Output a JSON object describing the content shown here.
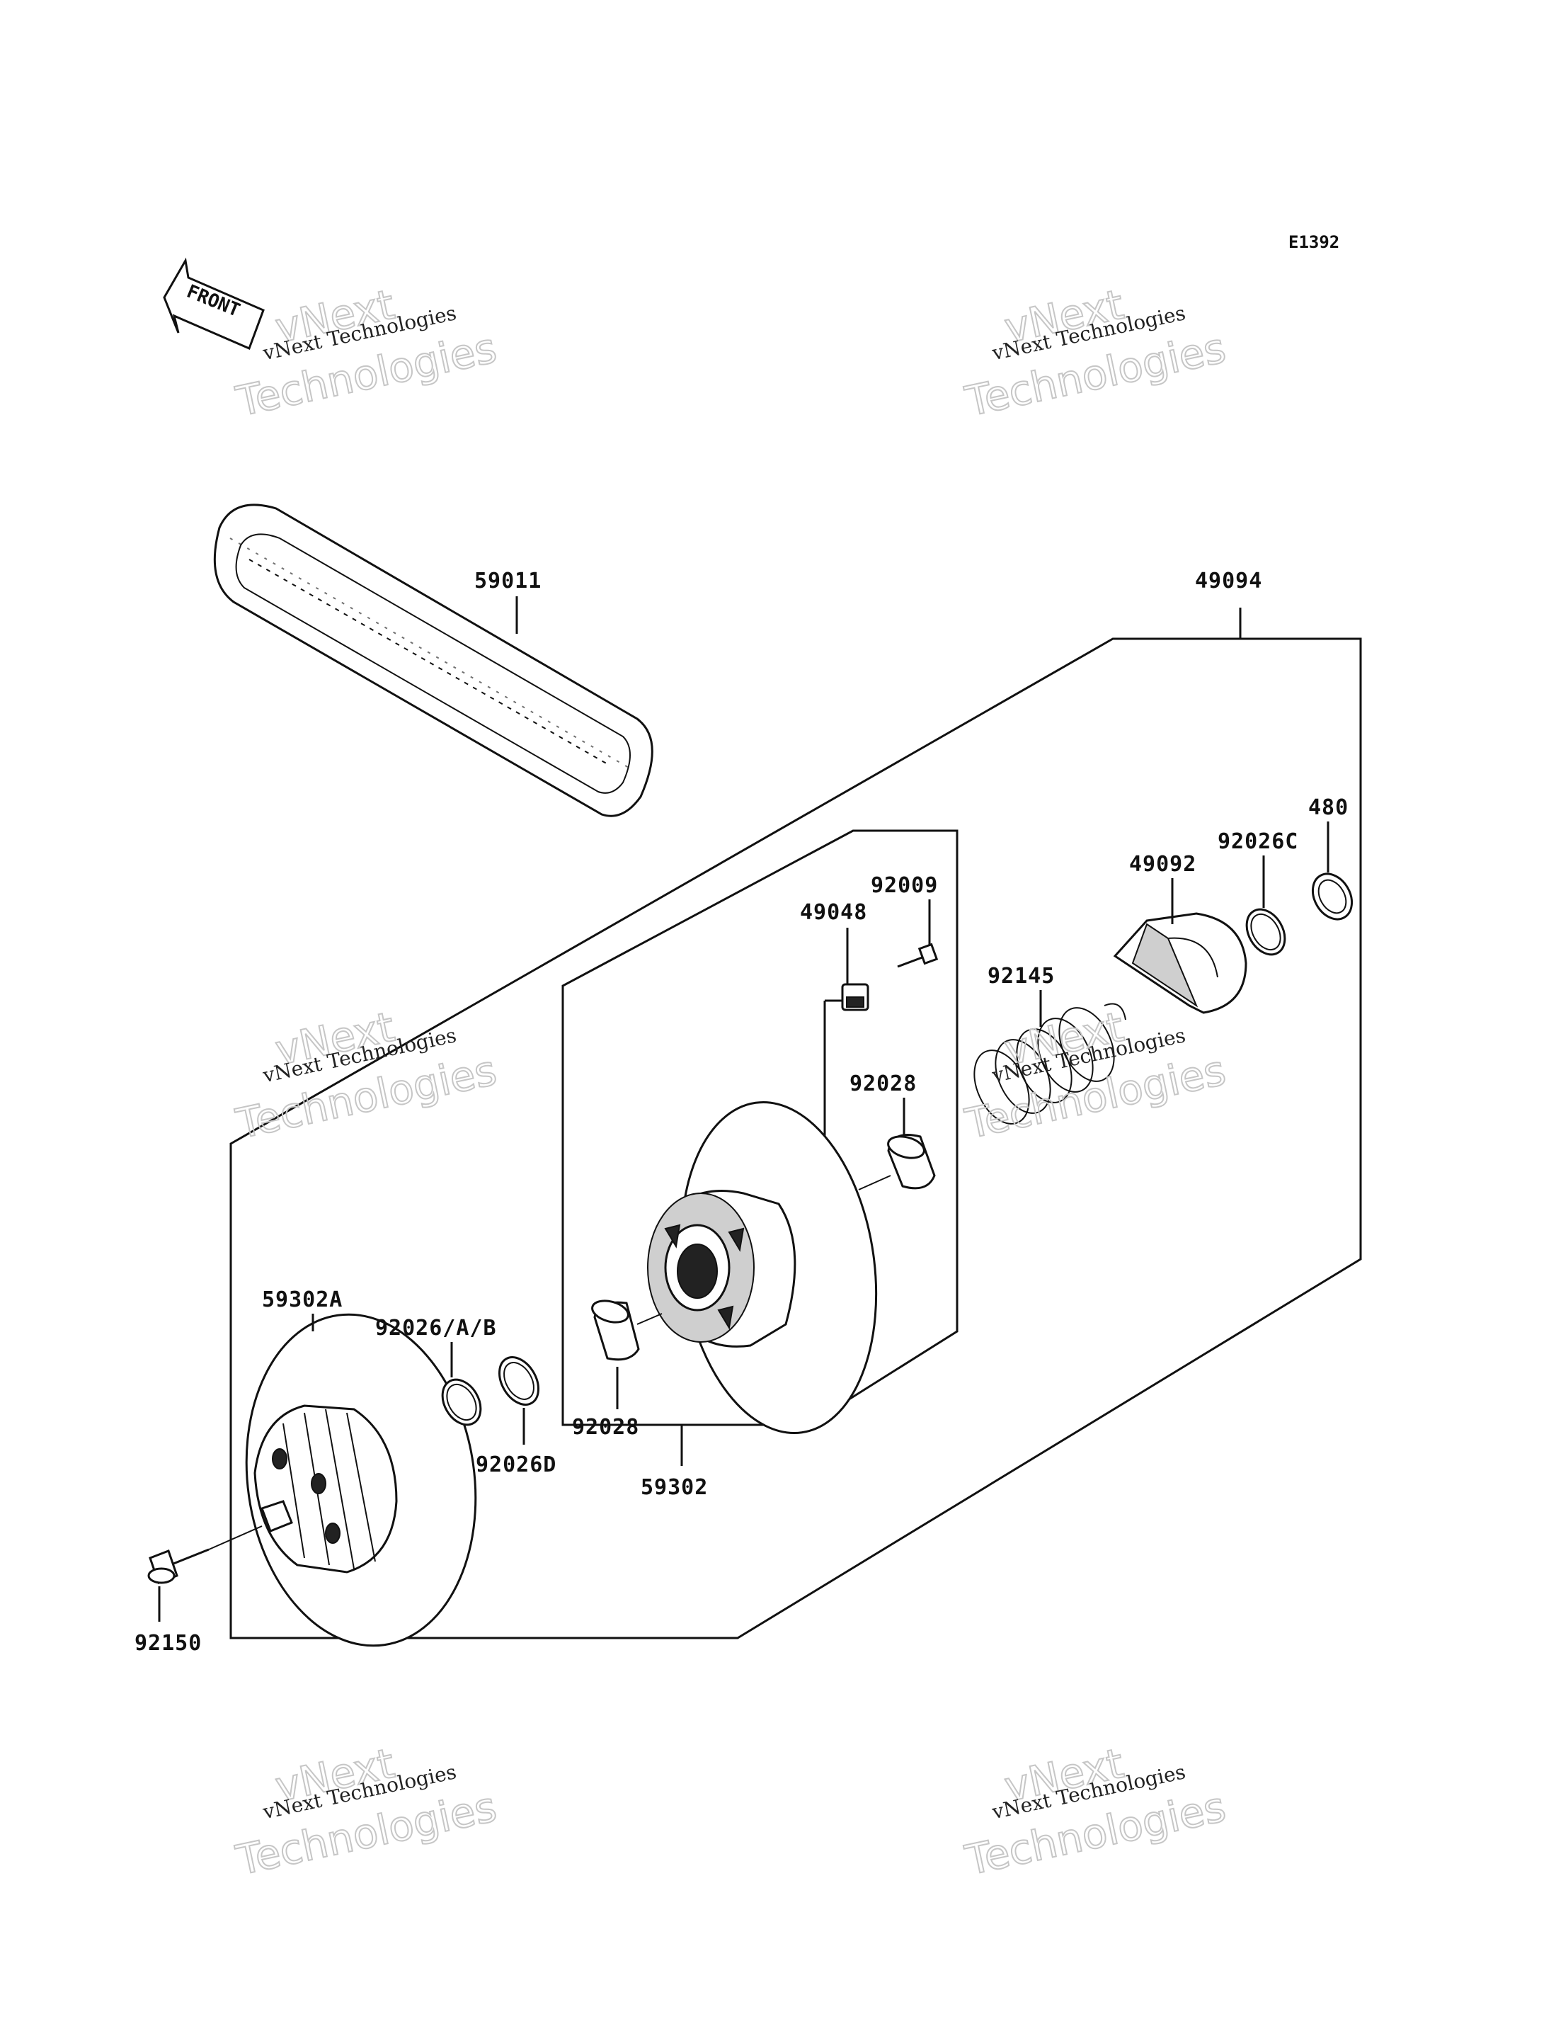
{
  "diagram_code": "E1392",
  "front_label": "FRONT",
  "watermark": {
    "line1": "vNext Technologies",
    "line2a": "vNext",
    "line2b": "Technologies"
  },
  "parts": [
    {
      "id": "59011",
      "label": "59011"
    },
    {
      "id": "49094",
      "label": "49094"
    },
    {
      "id": "480",
      "label": "480"
    },
    {
      "id": "92026C",
      "label": "92026C"
    },
    {
      "id": "49092",
      "label": "49092"
    },
    {
      "id": "92009",
      "label": "92009"
    },
    {
      "id": "49048",
      "label": "49048"
    },
    {
      "id": "92145",
      "label": "92145"
    },
    {
      "id": "92028-upper",
      "label": "92028"
    },
    {
      "id": "59302A",
      "label": "59302A"
    },
    {
      "id": "92026AB",
      "label": "92026/A/B"
    },
    {
      "id": "92026D",
      "label": "92026D"
    },
    {
      "id": "92028-lower",
      "label": "92028"
    },
    {
      "id": "59302",
      "label": "59302"
    },
    {
      "id": "92150",
      "label": "92150"
    }
  ]
}
